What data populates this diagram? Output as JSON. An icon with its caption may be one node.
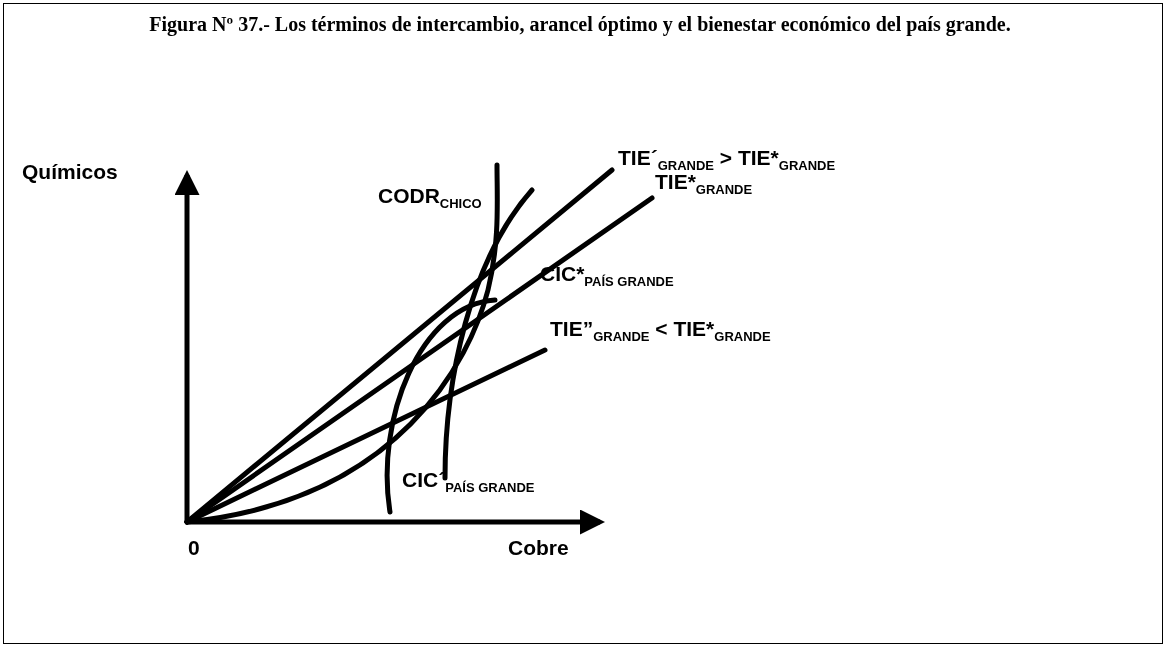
{
  "diagram": {
    "title": "Figura Nº 37.- Los términos de intercambio, arancel óptimo y el bienestar económico del país grande.",
    "labels": [
      "Químicos",
      "TIE´$_{GRANDE}$ > TIE*$_{GRANDE}$",
      "CODR$_{CHICO}$",
      "TIE*$_{GRANDE}$",
      "CIC*$_{PAÍS GRANDE}$",
      "TIE”$_{GRANDE}$ < TIE*$_{GRANDE}$",
      "CIC´$_{PAÍS GRANDE}$",
      "0",
      "Cobre"
    ]
  }
}
